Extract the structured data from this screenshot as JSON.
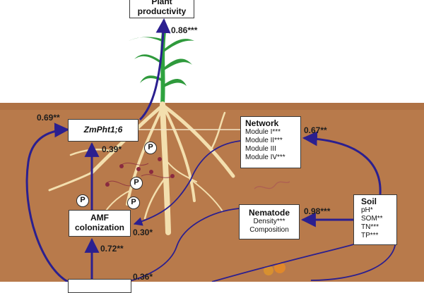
{
  "colors": {
    "soil": "#b87a4b",
    "soil_dark": "#a86c3f",
    "sky": "#ffffff",
    "arrow": "#2b1f8f",
    "root": "#f3dfae",
    "stem": "#2fa33f",
    "leaf": "#2f9a3c",
    "node_border": "#3a3a3a"
  },
  "nodes": {
    "plant": {
      "title": "Plant",
      "subtitle": "productivity"
    },
    "zmpht": {
      "title": "ZmPht1;6"
    },
    "network": {
      "title": "Network",
      "lines": [
        "Module I***",
        "Module II***",
        "Module III",
        "Module IV***"
      ]
    },
    "amf": {
      "title": "AMF",
      "subtitle": "colonization"
    },
    "nematode": {
      "title": "Nematode",
      "lines": [
        "Density***",
        "Composition"
      ]
    },
    "soil": {
      "title": "Soil",
      "lines": [
        "pH*",
        "SOM**",
        "TN***",
        "TP***"
      ]
    }
  },
  "coefficients": {
    "plant": "0.86***",
    "zmpht_left": "0.69**",
    "amf_to_zmpht": "0.39*",
    "network_soil": "0.67**",
    "soil_nematode": "0.98***",
    "amf_right": "0.30*",
    "bottom_to_amf": "0.72**",
    "bottom_right": "0.36*"
  },
  "phosphate_label": "P",
  "icons": [
    "arrow-icon",
    "root-icon",
    "leaf-icon",
    "spore-icon",
    "nematode-icon"
  ]
}
